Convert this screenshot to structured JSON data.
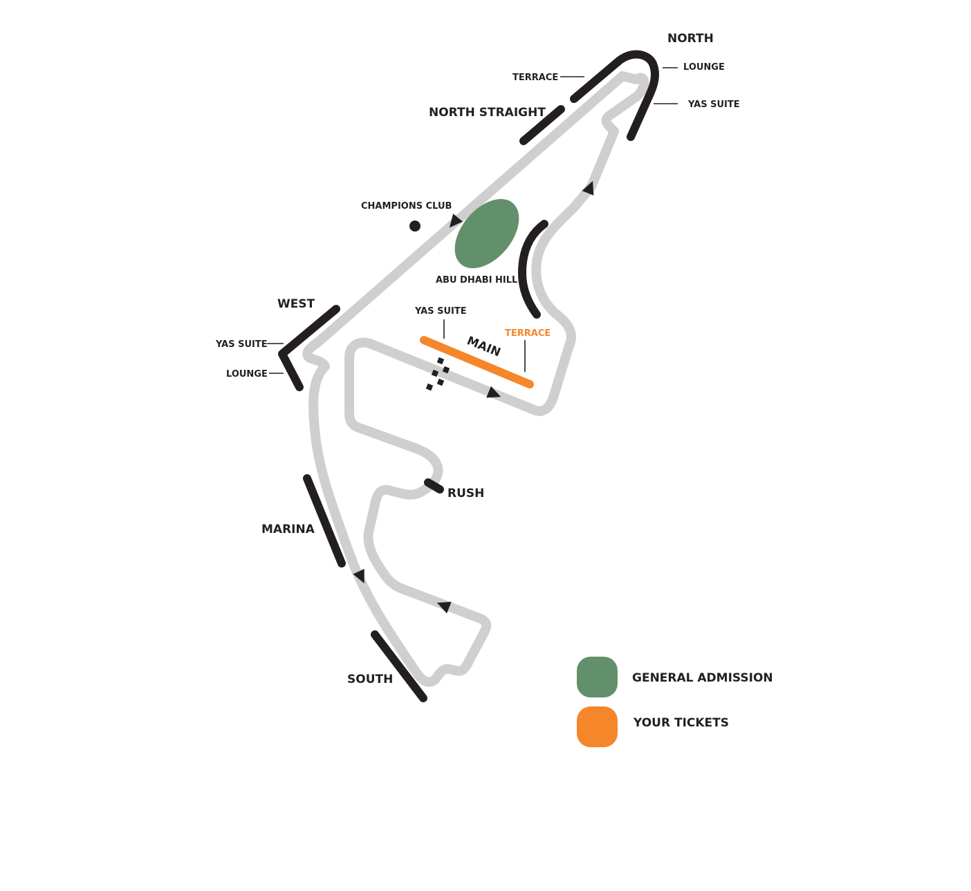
{
  "colors": {
    "track": "#cfcfcf",
    "stand": "#231f20",
    "general_admission": "#62906a",
    "your_tickets": "#f5862a",
    "text": "#231f20"
  },
  "stands": {
    "north": "NORTH",
    "north_straight": "NORTH STRAIGHT",
    "west": "WEST",
    "marina": "MARINA",
    "south": "SOUTH",
    "main": "MAIN",
    "rush": "RUSH"
  },
  "areas": {
    "terrace_north": "TERRACE",
    "lounge_north": "LOUNGE",
    "yas_suite_north": "YAS SUITE",
    "champions_club": "CHAMPIONS CLUB",
    "abu_dhabi_hill": "ABU DHABI HILL",
    "yas_suite_main": "YAS SUITE",
    "terrace_main": "TERRACE",
    "yas_suite_west": "YAS SUITE",
    "lounge_west": "LOUNGE"
  },
  "legend": [
    {
      "label": "GENERAL ADMISSION",
      "color": "#62906a"
    },
    {
      "label": "YOUR TICKETS",
      "color": "#f5862a"
    }
  ],
  "icons": {
    "direction": "triangle-arrow",
    "start_finish": "checkered-flag"
  }
}
